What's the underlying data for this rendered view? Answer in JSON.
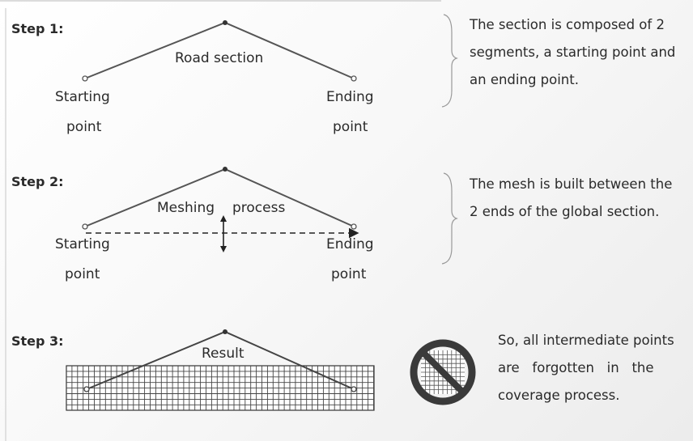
{
  "steps": [
    {
      "title": "Step 1:",
      "section_label": "Road section",
      "start_label_1": "Starting",
      "start_label_2": "point",
      "end_label_1": "Ending",
      "end_label_2": "point",
      "description": [
        "The section is composed of 2",
        "segments, a starting point and",
        "an ending point."
      ]
    },
    {
      "title": "Step 2:",
      "process_label_1": "Meshing",
      "process_label_2": "process",
      "start_label_1": "Starting",
      "start_label_2": "point",
      "end_label_1": "Ending",
      "end_label_2": "point",
      "description": [
        "The mesh is built  between the",
        "2 ends of the global section."
      ]
    },
    {
      "title": "Step 3:",
      "result_label": "Result",
      "description": [
        "So, all intermediate points",
        "are   forgotten   in   the",
        "coverage process."
      ]
    }
  ],
  "icons": [
    "grid-mesh-icon",
    "prohibited-icon",
    "curly-brace-icon"
  ]
}
